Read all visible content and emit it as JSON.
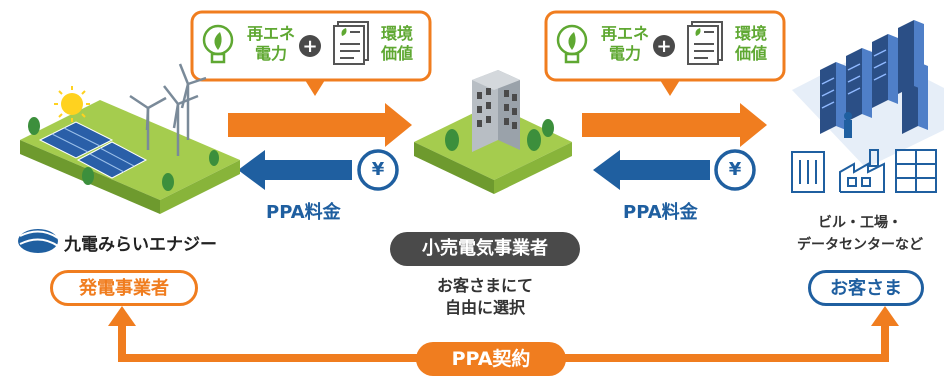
{
  "benefit_bubbles": [
    {
      "electricity": "再エネ\n電力",
      "environment": "環境\n価値"
    },
    {
      "electricity": "再エネ\n電力",
      "environment": "環境\n価値"
    }
  ],
  "payment_labels": [
    "PPA料金",
    "PPA料金"
  ],
  "yen_symbol": "¥",
  "plus_symbol": "+",
  "generator": {
    "company": "九電みらいエナジー",
    "role": "発電事業者"
  },
  "retailer": {
    "role": "小売電気事業者",
    "note": "お客さまにて\n自由に選択"
  },
  "customer": {
    "types": "ビル・工場・\nデータセンターなど",
    "role": "お客さま"
  },
  "contract": {
    "label": "PPA契約"
  },
  "colors": {
    "orange": "#f07d1f",
    "blue": "#1f5fa0",
    "green": "#5fa832",
    "dark": "#4a4a4a"
  }
}
